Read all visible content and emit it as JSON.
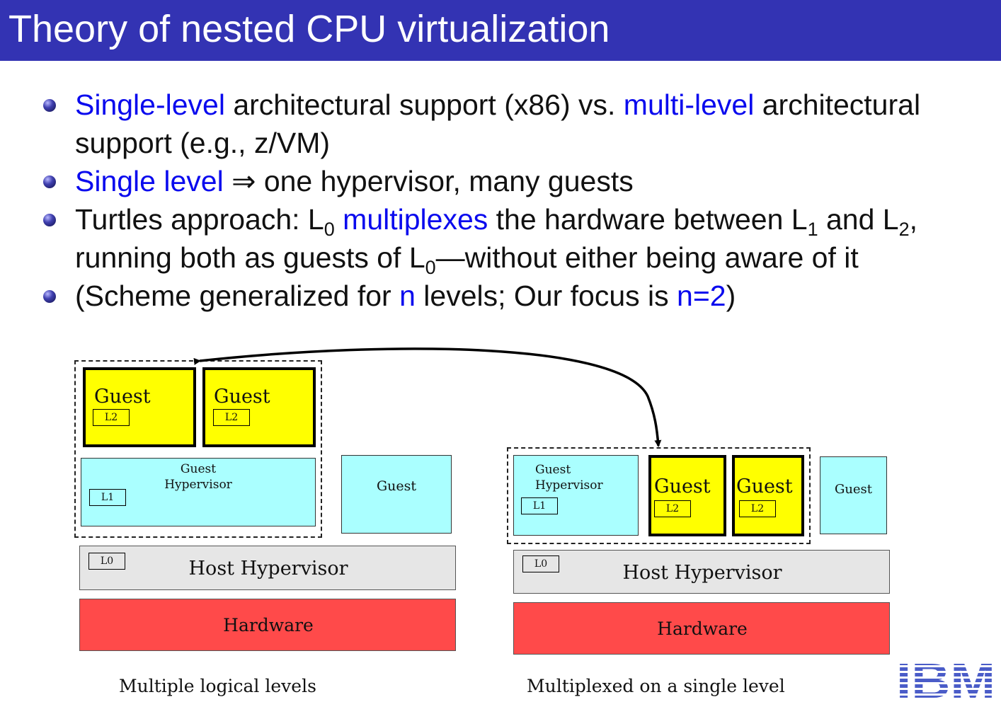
{
  "title": "Theory of nested CPU virtualization",
  "bullets": {
    "b1": {
      "t1": "Single-level",
      "t2": " architectural support (x86) vs. ",
      "t3": "multi-level",
      "t4": " architectural support (e.g., z/VM)"
    },
    "b2": {
      "t1": "Single level",
      "t2": " ⇒ one hypervisor, many guests"
    },
    "b3": {
      "t1": "Turtles approach: L",
      "s1": "0",
      "t2": " ",
      "t3": "multiplexes",
      "t4": " the hardware between L",
      "s2": "1",
      "t5": " and L",
      "s3": "2",
      "t6": ", running both as guests of L",
      "s4": "0",
      "t7": "—without either being aware of it"
    },
    "b4": {
      "t1": "(Scheme generalized for ",
      "t2": "n",
      "t3": " levels; Our focus is ",
      "t4": "n=2",
      "t5": ")"
    }
  },
  "diagram": {
    "left": {
      "guest1": "Guest",
      "guest1_tag": "L2",
      "guest2": "Guest",
      "guest2_tag": "L2",
      "guest_hyp_line1": "Guest",
      "guest_hyp_line2": "Hypervisor",
      "guest_hyp_tag": "L1",
      "guest": "Guest",
      "host_tag": "L0",
      "host": "Host Hypervisor",
      "hardware": "Hardware",
      "caption": "Multiple logical levels"
    },
    "right": {
      "guest_hyp_line1": "Guest",
      "guest_hyp_line2": "Hypervisor",
      "guest_hyp_tag": "L1",
      "guest1": "Guest",
      "guest1_tag": "L2",
      "guest2": "Guest",
      "guest2_tag": "L2",
      "guest": "Guest",
      "host_tag": "L0",
      "host": "Host Hypervisor",
      "hardware": "Hardware",
      "caption": "Multiplexed on a single level"
    }
  },
  "logo": "IBM",
  "colors": {
    "title_bar": "#3333b3",
    "accent_text": "#0a0aee",
    "guest_l2": "#ffff00",
    "guest_l1": "#aaffff",
    "host": "#e6e6e6",
    "hardware": "#ff4a4a",
    "logo": "#4a5cc8"
  }
}
